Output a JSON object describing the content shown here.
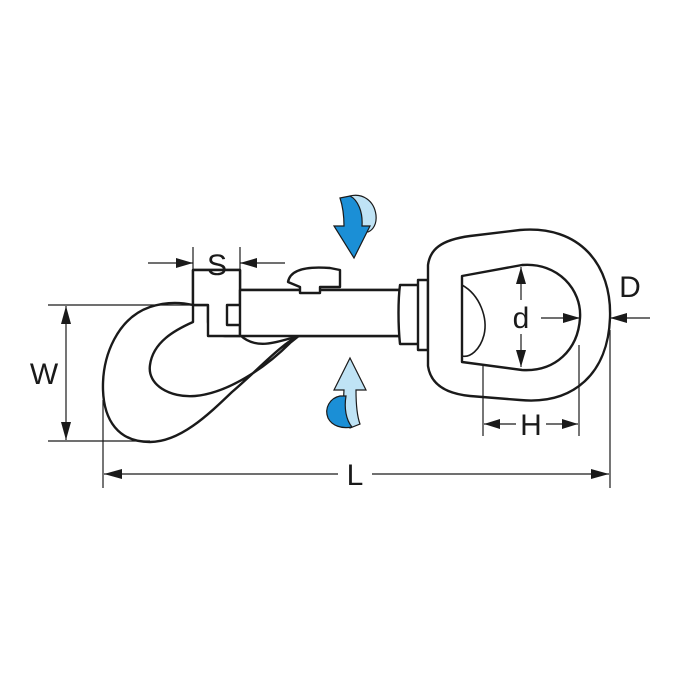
{
  "diagram": {
    "labels": {
      "s": "S",
      "w": "W",
      "l": "L",
      "d_small": "d",
      "d_large": "D",
      "h": "H"
    },
    "colors": {
      "arrow_dark": "#1b8fd6",
      "arrow_light": "#bfe3f5",
      "line": "#1a1a1a"
    }
  }
}
